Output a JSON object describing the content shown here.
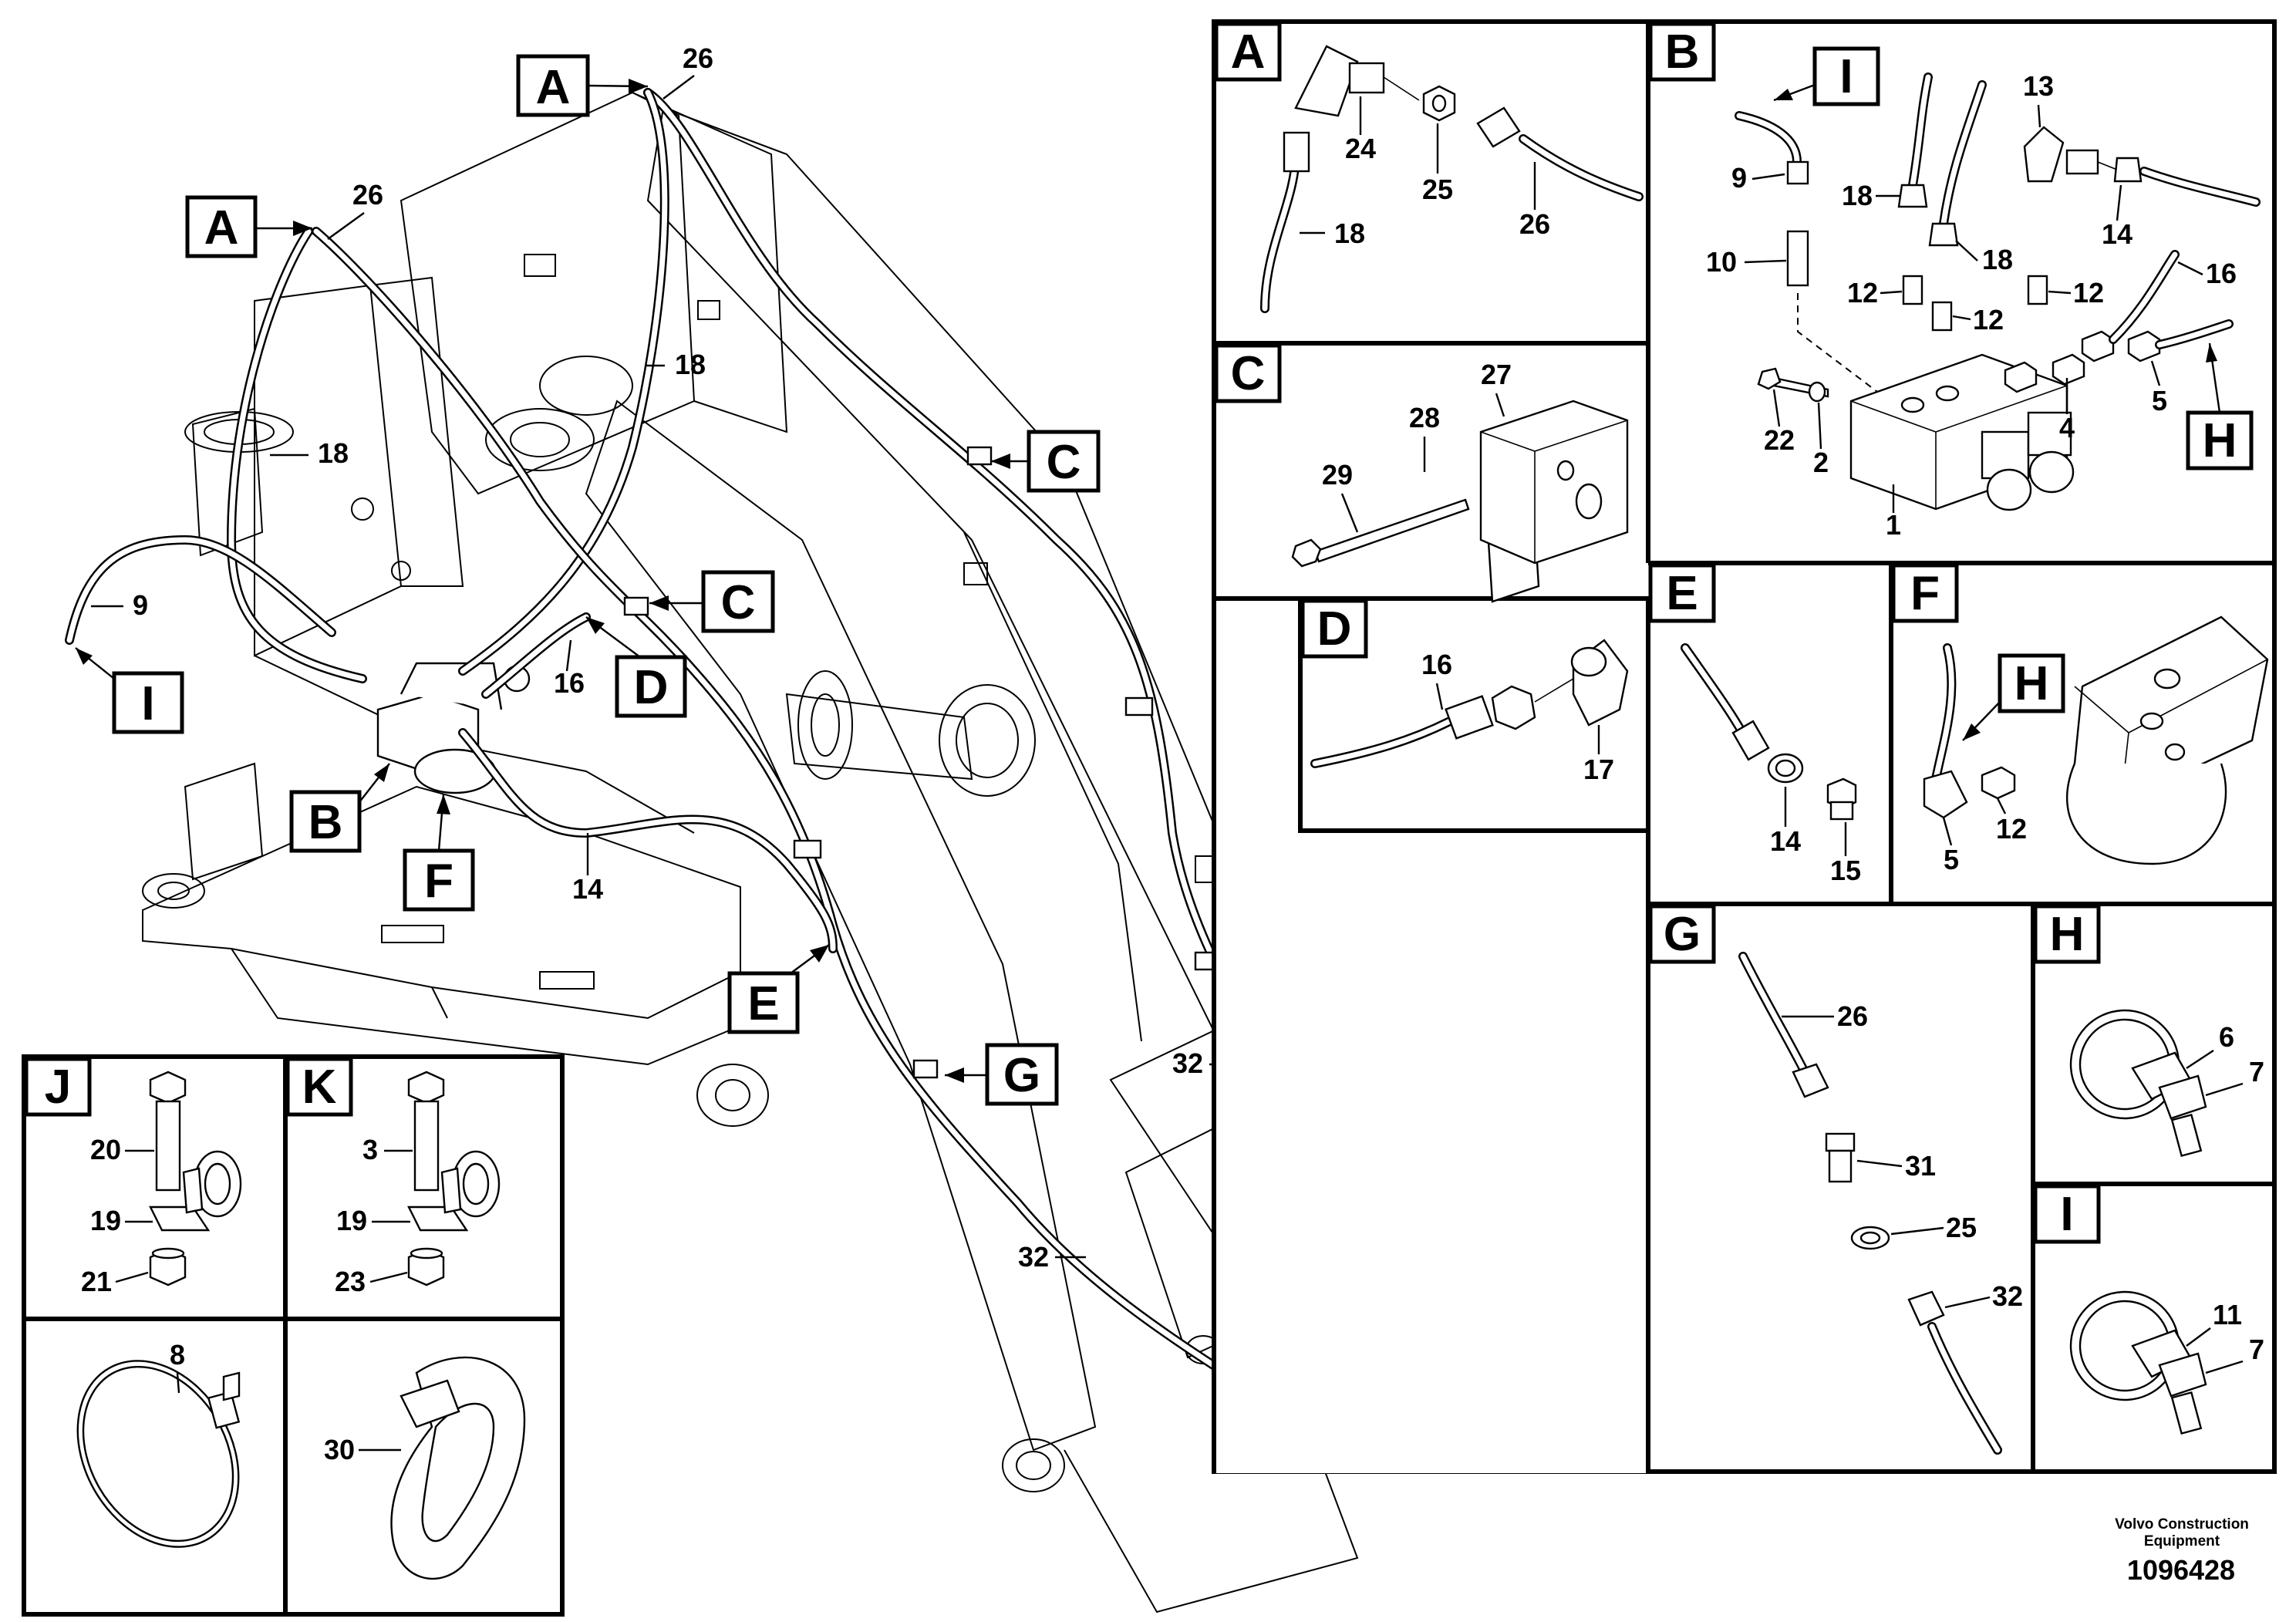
{
  "letters": {
    "A": "A",
    "B": "B",
    "C": "C",
    "D": "D",
    "E": "E",
    "F": "F",
    "G": "G",
    "H": "H",
    "I": "I",
    "J": "J",
    "K": "K"
  },
  "main_callouts": {
    "n26a": "26",
    "n26b": "26",
    "n18a": "18",
    "n18b": "18",
    "n9": "9",
    "n16": "16",
    "n14": "14",
    "n32a": "32",
    "n32b": "32"
  },
  "panel_A": {
    "n24": "24",
    "n25": "25",
    "n26": "26",
    "n18": "18"
  },
  "panel_B": {
    "n9": "9",
    "n10": "10",
    "n18a": "18",
    "n18b": "18",
    "n13": "13",
    "n14": "14",
    "n12a": "12",
    "n12b": "12",
    "n12c": "12",
    "n16": "16",
    "n22": "22",
    "n2": "2",
    "n4": "4",
    "n5": "5",
    "n1": "1"
  },
  "panel_C": {
    "n27": "27",
    "n28": "28",
    "n29": "29"
  },
  "panel_D": {
    "n16": "16",
    "n17": "17"
  },
  "panel_E": {
    "n14": "14",
    "n15": "15"
  },
  "panel_F": {
    "n5": "5",
    "n12": "12"
  },
  "panel_G": {
    "n26": "26",
    "n31": "31",
    "n25": "25",
    "n32": "32"
  },
  "panel_H": {
    "n6": "6",
    "n7": "7"
  },
  "panel_I": {
    "n11": "11",
    "n7": "7"
  },
  "panel_J": {
    "n20": "20",
    "n19": "19",
    "n21": "21"
  },
  "panel_K": {
    "n3": "3",
    "n19": "19",
    "n23": "23"
  },
  "panel_8": {
    "n8": "8"
  },
  "panel_30": {
    "n30": "30"
  },
  "footer": {
    "credit_line1": "Volvo Construction",
    "credit_line2": "Equipment",
    "doc_number": "1096428"
  }
}
